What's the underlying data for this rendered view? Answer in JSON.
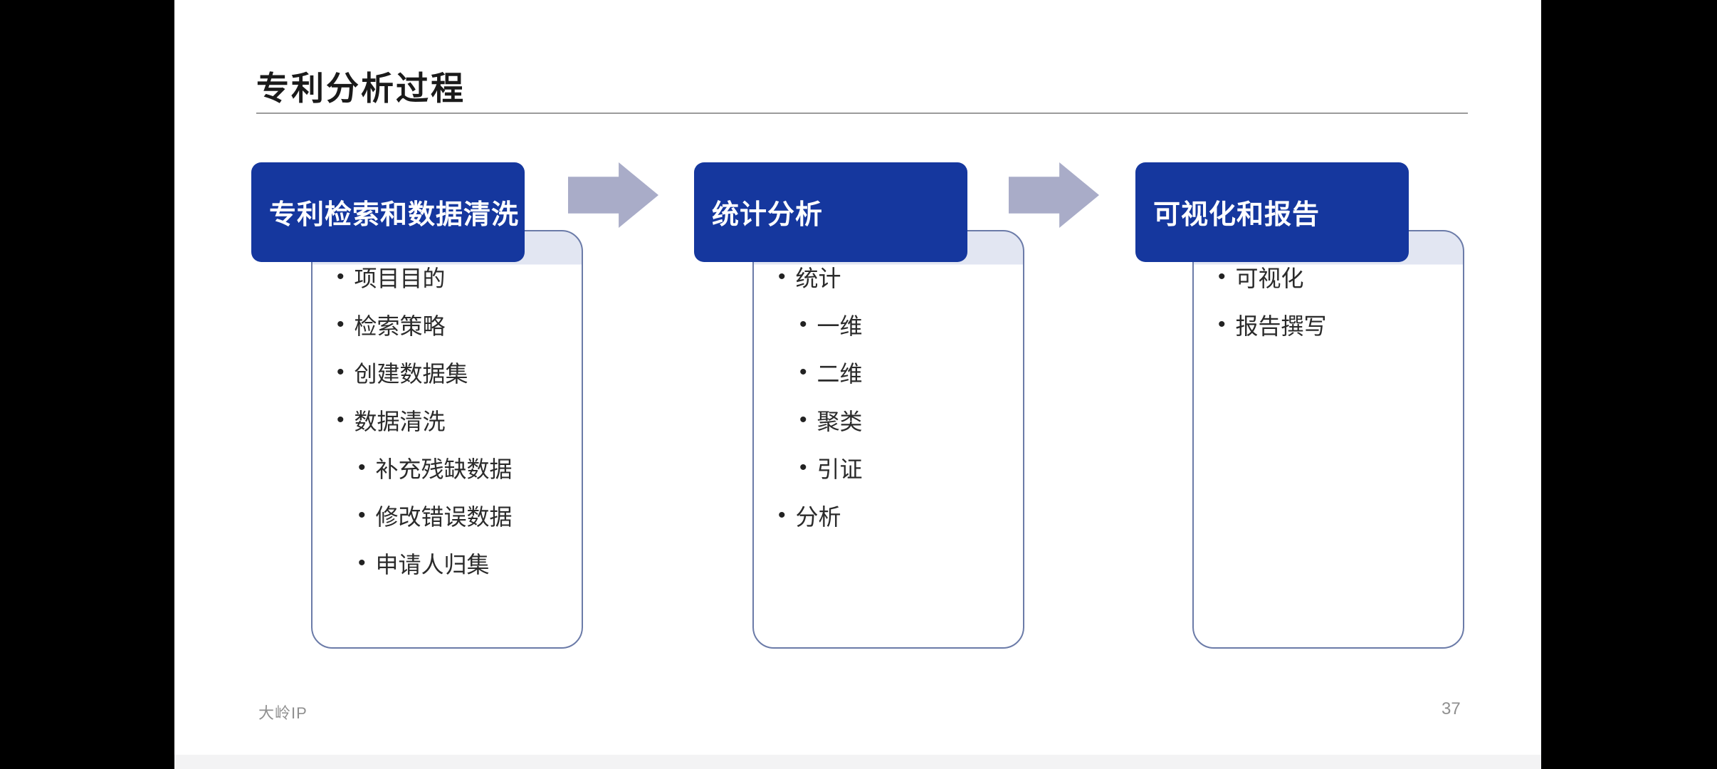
{
  "slide": {
    "title": "专利分析过程",
    "columns": [
      {
        "header": "专利检索和数据清洗",
        "items": [
          {
            "text": "项目目的",
            "level": 1
          },
          {
            "text": "检索策略",
            "level": 1
          },
          {
            "text": "创建数据集",
            "level": 1
          },
          {
            "text": "数据清洗",
            "level": 1
          },
          {
            "text": "补充残缺数据",
            "level": 2
          },
          {
            "text": "修改错误数据",
            "level": 2
          },
          {
            "text": "申请人归集",
            "level": 2
          }
        ]
      },
      {
        "header": "统计分析",
        "items": [
          {
            "text": "统计",
            "level": 1
          },
          {
            "text": "一维",
            "level": 2
          },
          {
            "text": "二维",
            "level": 2
          },
          {
            "text": "聚类",
            "level": 2
          },
          {
            "text": "引证",
            "level": 2
          },
          {
            "text": "分析",
            "level": 1
          }
        ]
      },
      {
        "header": "可视化和报告",
        "items": [
          {
            "text": "可视化",
            "level": 1
          },
          {
            "text": "报告撰写",
            "level": 1
          }
        ]
      }
    ],
    "footer": {
      "brand": "大岭IP",
      "page_number": "37"
    },
    "colors": {
      "header_bg": "#15379E",
      "arrow": "#A9ACC8",
      "panel_border": "#6B7BA8",
      "panel_band": "#E2E6F2",
      "footer_text": "#8F8F8F"
    }
  }
}
